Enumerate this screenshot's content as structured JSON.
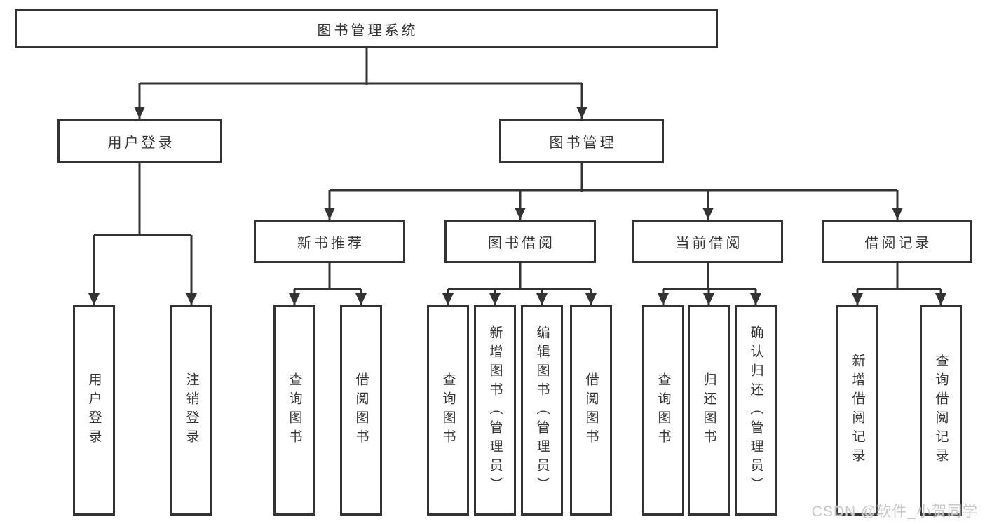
{
  "nodes": {
    "root": "图书管理系统",
    "level2": [
      "用户登录",
      "图书管理"
    ],
    "level3": [
      "新书推荐",
      "图书借阅",
      "当前借阅",
      "借阅记录"
    ],
    "leaves": [
      "用户登录",
      "注销登录",
      "查询图书",
      "借阅图书",
      "查询图书",
      "新增图书（管理员）",
      "编辑图书（管理员）",
      "借阅图书",
      "查询图书",
      "归还图书",
      "确认归还（管理员）",
      "新增借阅记录",
      "查询借阅记录"
    ]
  },
  "watermark": "CSDN @软件_小贺同学",
  "colors": {
    "background": "#ffffff",
    "line": "#333333",
    "box_border": "#333333",
    "box_fill": "#ffffff",
    "text": "#333333",
    "watermark_text": "#c8c8c8"
  }
}
